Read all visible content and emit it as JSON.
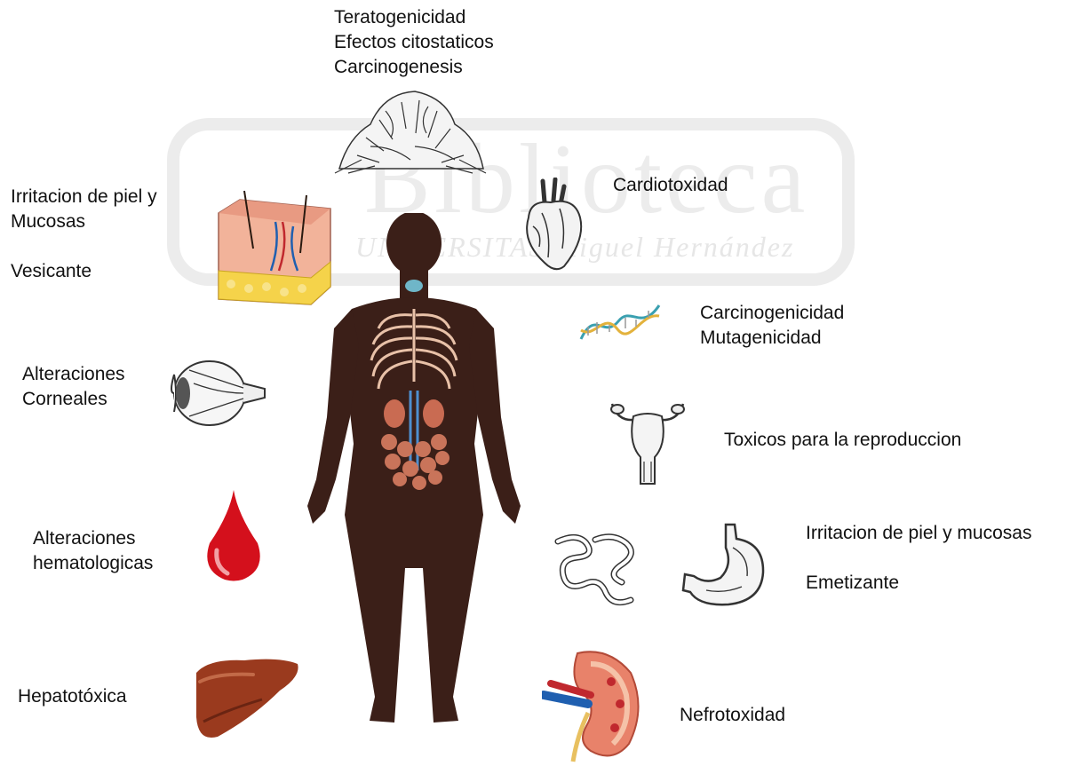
{
  "watermark": {
    "title": "Biblioteca",
    "subtitle": "UNIVERSITAS Miguel Hernández"
  },
  "labels": {
    "tumor": [
      "Teratogenicidad",
      "Efectos citostaticos",
      "Carcinogenesis"
    ],
    "skin": [
      "Irritacion de piel y",
      "Mucosas",
      "",
      "Vesicante"
    ],
    "heart": [
      "Cardiotoxidad"
    ],
    "dna": [
      "Carcinogenicidad",
      "Mutagenicidad"
    ],
    "eye": [
      "Alteraciones",
      "Corneales"
    ],
    "uterus": [
      "Toxicos para la reproduccion"
    ],
    "blood": [
      "Alteraciones",
      "hematologicas"
    ],
    "gi": [
      "Irritacion de piel y mucosas",
      "",
      "Emetizante"
    ],
    "liver": [
      "Hepatotóxica"
    ],
    "kidney": [
      "Nefrotoxidad"
    ]
  },
  "colors": {
    "body": "#3b1f18",
    "blood": "#d4101c",
    "liver": "#9a3a1e",
    "skin": "#f2b39a",
    "fat": "#f5d34a",
    "kidney": "#e8826a",
    "vein": "#1f5fb0",
    "artery": "#c0282e"
  }
}
